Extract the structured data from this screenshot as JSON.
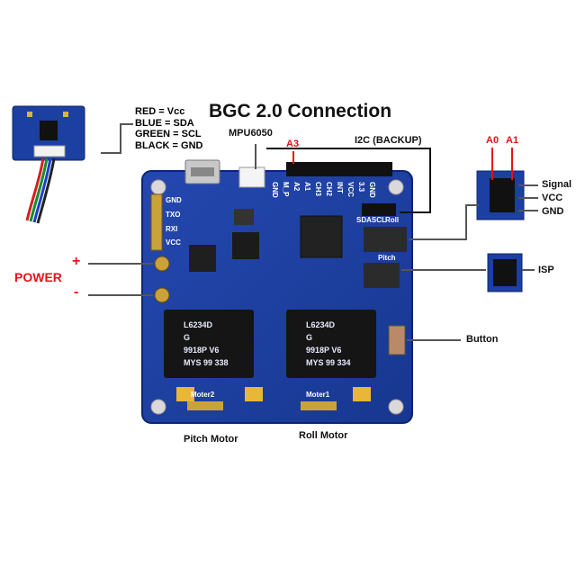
{
  "title": "BGC 2.0 Connection",
  "sensor_wiring": [
    "RED = Vcc",
    "BLUE = SDA",
    "GREEN = SCL",
    "BLACK = GND"
  ],
  "labels": {
    "mpu6050": "MPU6050",
    "a3": "A3",
    "i2c_backup": "I2C (BACKUP)",
    "a0": "A0",
    "a1": "A1",
    "signal": "Signal",
    "vcc": "VCC",
    "gnd": "GND",
    "isp": "ISP",
    "power": "POWER",
    "plus": "+",
    "minus": "-",
    "button": "Button",
    "pitch_motor": "Pitch Motor",
    "roll_motor": "Roll Motor"
  },
  "board_silkscreen": {
    "left_pins": [
      "GND",
      "TXO",
      "RXI",
      "VCC"
    ],
    "top_pins": [
      "GND",
      "M_P",
      "A2",
      "A1",
      "CH3",
      "CH2",
      "INT",
      "VCC",
      "3.3",
      "GND"
    ],
    "sda_scl": "SDASCL",
    "roll": "Roll",
    "pitch": "Pitch",
    "motor2": "Moter2",
    "motor1": "Moter1",
    "chip_lines": [
      "L6234D",
      "G",
      "9918P V6",
      "MYS 99 338"
    ],
    "chip2_lines": [
      "L6234D",
      "G",
      "9918P V6",
      "MYS 99 334"
    ]
  },
  "colors": {
    "board": "#1a3fa0",
    "accent_red": "#e8101a",
    "lead": "#555555"
  }
}
